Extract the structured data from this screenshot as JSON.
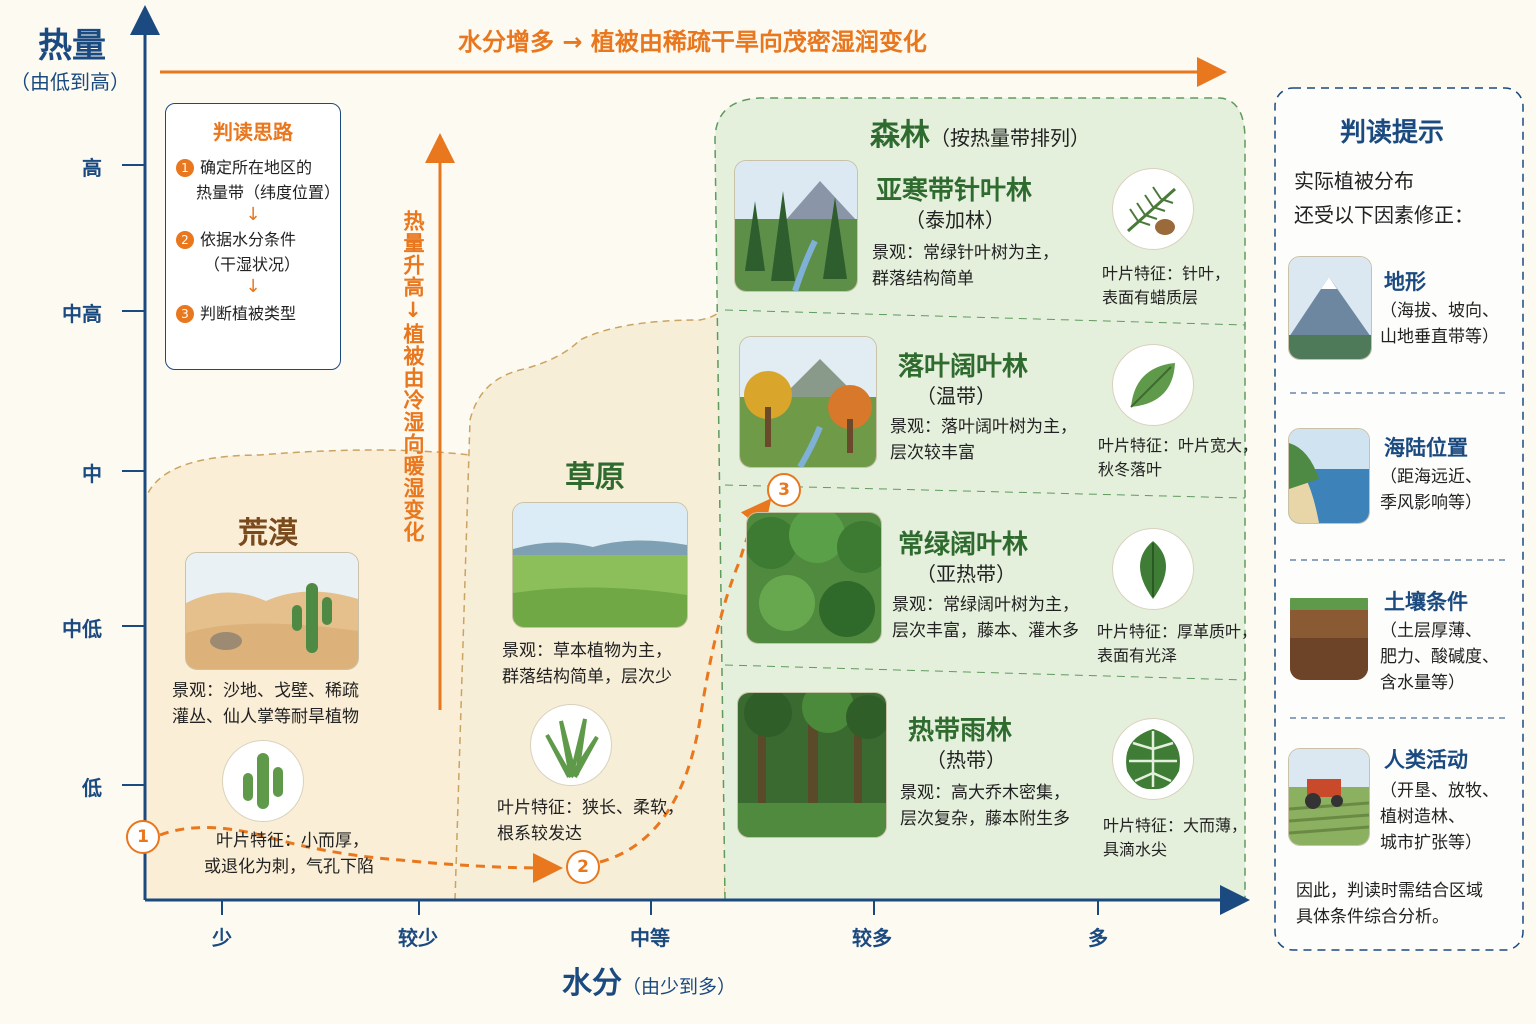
{
  "y_axis": {
    "title": "热量",
    "subtitle": "（由低到高）",
    "ticks": [
      "高",
      "中高",
      "中",
      "中低",
      "低"
    ]
  },
  "x_axis": {
    "title": "水分",
    "subtitle": "（由少到多）",
    "ticks": [
      "少",
      "较少",
      "中等",
      "较多",
      "多"
    ]
  },
  "top_banner": "水分增多 → 植被由稀疏干旱向茂密湿润变化",
  "vertical_banner": "热量升高↓植被由冷湿向暖湿变化",
  "thinking": {
    "title": "判读思路",
    "steps": [
      {
        "num": "1",
        "lines": [
          "确定所在地区的",
          "热量带（纬度位置）"
        ]
      },
      {
        "num": "2",
        "lines": [
          "依据水分条件",
          "（干湿状况）"
        ]
      },
      {
        "num": "3",
        "lines": [
          "判断植被类型"
        ]
      }
    ]
  },
  "desert": {
    "title": "荒漠",
    "landscape": [
      "景观：沙地、戈壁、稀疏",
      "灌丛、仙人掌等耐旱植物"
    ],
    "leaf": [
      "叶片特征：小而厚，",
      "或退化为刺，气孔下陷"
    ]
  },
  "grassland": {
    "title": "草原",
    "landscape": [
      "景观：草本植物为主，",
      "群落结构简单，层次少"
    ],
    "leaf": [
      "叶片特征：狭长、柔软，",
      "根系较发达"
    ]
  },
  "forest": {
    "title": "森林",
    "subtitle": "（按热量带排列）",
    "types": [
      {
        "name": "亚寒带针叶林",
        "zone": "（泰加林）",
        "landscape": [
          "景观：常绿针叶树为主，",
          "群落结构简单"
        ],
        "leaf": [
          "叶片特征：针叶，",
          "表面有蜡质层"
        ]
      },
      {
        "name": "落叶阔叶林",
        "zone": "（温带）",
        "landscape": [
          "景观：落叶阔叶树为主，",
          "层次较丰富"
        ],
        "leaf": [
          "叶片特征：叶片宽大，",
          "秋冬落叶"
        ]
      },
      {
        "name": "常绿阔叶林",
        "zone": "（亚热带）",
        "landscape": [
          "景观：常绿阔叶树为主，",
          "层次丰富，藤本、灌木多"
        ],
        "leaf": [
          "叶片特征：厚革质叶，",
          "表面有光泽"
        ]
      },
      {
        "name": "热带雨林",
        "zone": "（热带）",
        "landscape": [
          "景观：高大乔木密集，",
          "层次复杂，藤本附生多"
        ],
        "leaf": [
          "叶片特征：大而薄，",
          "具滴水尖"
        ]
      }
    ]
  },
  "path_markers": [
    "1",
    "2",
    "3"
  ],
  "tips": {
    "title": "判读提示",
    "intro": [
      "实际植被分布",
      "还受以下因素修正："
    ],
    "items": [
      {
        "name": "地形",
        "desc": [
          "（海拔、坡向、",
          "山地垂直带等）"
        ]
      },
      {
        "name": "海陆位置",
        "desc": [
          "（距海远近、",
          "季风影响等）"
        ]
      },
      {
        "name": "土壤条件",
        "desc": [
          "（土层厚薄、",
          "肥力、酸碱度、",
          "含水量等）"
        ]
      },
      {
        "name": "人类活动",
        "desc": [
          "（开垦、放牧、",
          "植树造林、",
          "城市扩张等）"
        ]
      }
    ],
    "conclusion": [
      "因此，判读时需结合区域",
      "具体条件综合分析。"
    ]
  },
  "colors": {
    "axis": "#1b4a80",
    "accent": "#e8771e",
    "forest_green": "#2f6b2f",
    "desert_fill": "#fbecd0",
    "forest_fill": "#e4f0dc"
  }
}
